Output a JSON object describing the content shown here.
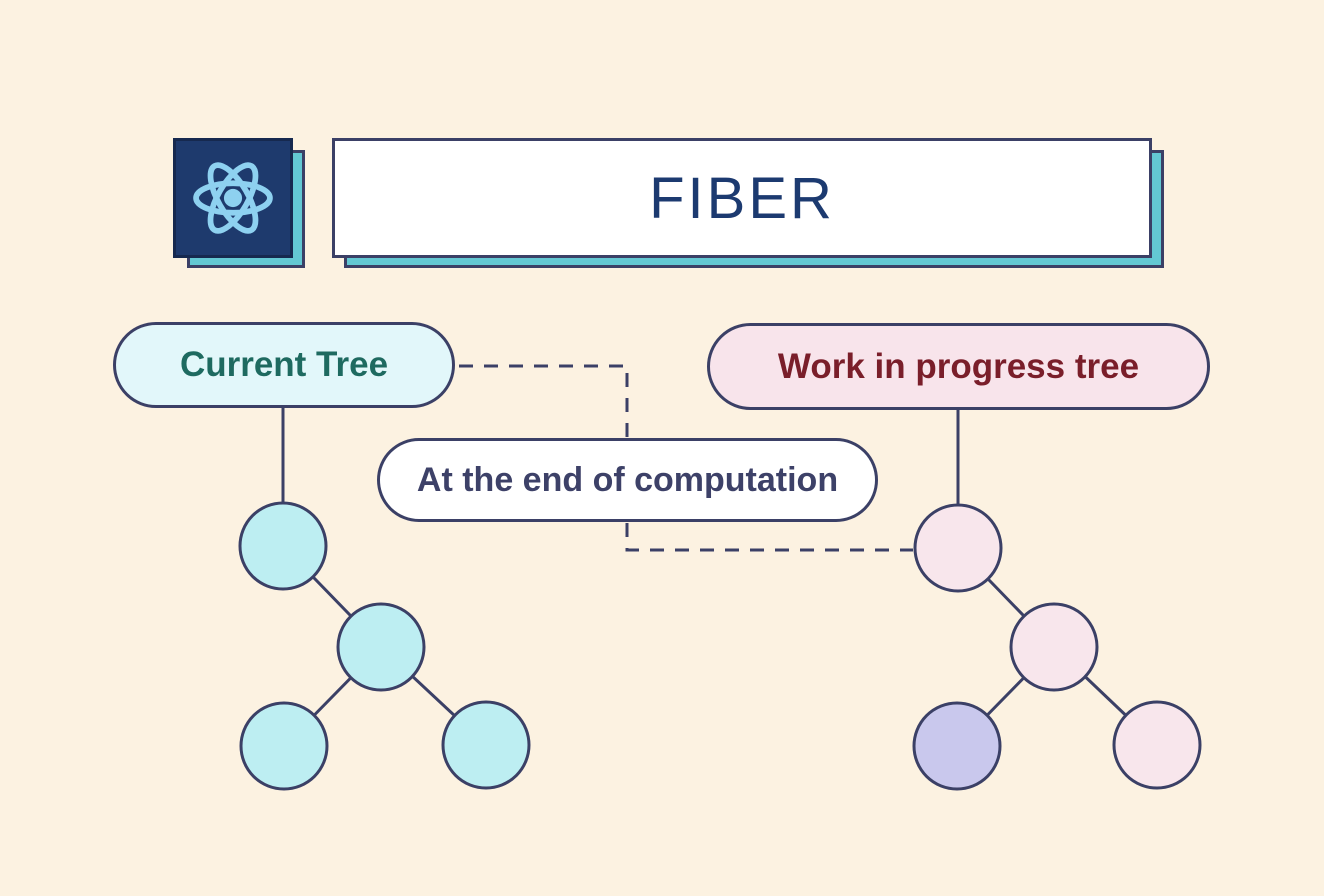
{
  "header": {
    "logo_icon": "react-logo-icon",
    "title": "FIBER"
  },
  "labels": {
    "current_tree": "Current Tree",
    "work_in_progress_tree": "Work in progress tree",
    "annotation": "At the end of computation"
  },
  "colors": {
    "background": "#fcf2e1",
    "outline": "#3b4066",
    "logo_navy": "#1e3a6d",
    "react_icon_blue": "#8ed1f0",
    "teal_shadow": "#63c8d3",
    "title_text": "#1c3a70",
    "current_pill_bg": "#e2f7fa",
    "current_text": "#1e6a60",
    "current_node": "#bdeef2",
    "wip_pill_bg": "#f8e4eb",
    "wip_text": "#7a1e2a",
    "wip_node": "#f8e6ec",
    "alternate_node": "#c9c8ed",
    "annotation_bg": "#ffffff",
    "annotation_text": "#3d4168"
  },
  "diagram": {
    "type": "tree-comparison",
    "connector": {
      "label": "At the end of computation",
      "style": "dashed",
      "from": "Current Tree",
      "to": "Work in progress tree"
    },
    "left_tree": {
      "title": "Current Tree",
      "node_count": 4,
      "node_color": "#bdeef2",
      "structure": "root -> child (down-right) -> two leaves"
    },
    "right_tree": {
      "title": "Work in progress tree",
      "node_count": 4,
      "node_color": "#f8e6ec",
      "highlighted_node_color": "#c9c8ed",
      "highlighted_node": "bottom-left leaf",
      "structure": "root -> child (down-right) -> two leaves"
    }
  }
}
